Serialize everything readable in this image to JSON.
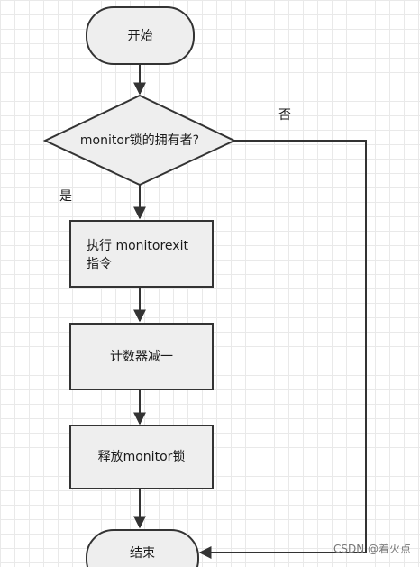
{
  "diagram": {
    "nodes": {
      "start": "开始",
      "decision": "monitor锁的拥有者?",
      "step1_line1": "执行 monitorexit",
      "step1_line2": "指令",
      "step2": "计数器减一",
      "step3": "释放monitor锁",
      "end": "结束"
    },
    "edge_labels": {
      "no": "否",
      "yes": "是"
    }
  },
  "watermark": "CSDN @着火点",
  "colors": {
    "node_fill": "#eeeeee",
    "stroke": "#333333",
    "grid": "#e9e9e9"
  }
}
